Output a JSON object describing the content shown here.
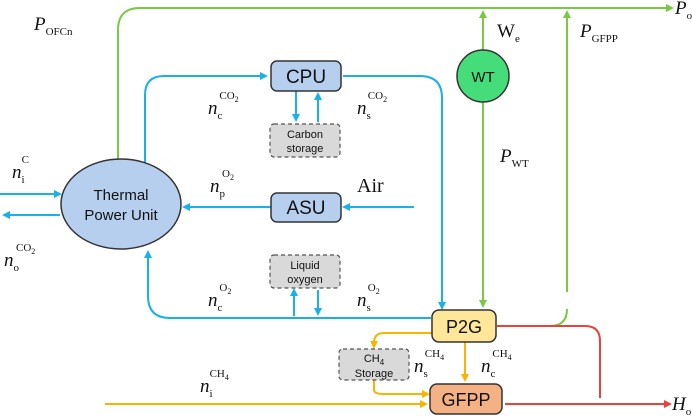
{
  "colors": {
    "co2_line": "#1ab0e8",
    "power_line": "#7ac943",
    "heat_line": "#e8433a",
    "ch4_line": "#f7b500",
    "blue_box": "#b7cfee",
    "thermal_fill": "#b7cfee",
    "storage_fill": "#d9d9d9",
    "p2g_fill": "#ffe699",
    "gfpp_fill": "#f4b183",
    "wt_fill": "#44dd7a"
  },
  "nodes": {
    "cpu": "CPU",
    "asu": "ASU",
    "p2g": "P2G",
    "gfpp": "GFPP",
    "wt": "WT",
    "thermal_line1": "Thermal",
    "thermal_line2": "Power Unit",
    "carbon_line1": "Carbon",
    "carbon_line2": "storage",
    "liquid_line1": "Liquid",
    "liquid_line2": "oxygen",
    "ch4_main": "CH",
    "ch4_sub": "4",
    "ch4_line2": "Storage"
  },
  "labels": {
    "p_ofcn_main": "P",
    "p_ofcn_sub": "OFCn",
    "p_o_main": "P",
    "p_o_sub": "o",
    "w_e_main": "W",
    "w_e_sub": "e",
    "p_gfpp_main": "P",
    "p_gfpp_sub": "GFPP",
    "p_wt_main": "P",
    "p_wt_sub": "WT",
    "h_o_main": "H",
    "h_o_sub": "o",
    "air": "Air",
    "n_i_c_main": "n",
    "n_i_c_sub": "i",
    "n_i_c_sup": "C",
    "n_o_co2_main": "n",
    "n_o_co2_sub": "o",
    "n_o_co2_sup": "CO",
    "n_o_co2_sup2": "2",
    "n_c_co2_main": "n",
    "n_c_co2_sub": "c",
    "n_c_co2_sup": "CO",
    "n_c_co2_sup2": "2",
    "n_s_co2_main": "n",
    "n_s_co2_sub": "s",
    "n_s_co2_sup": "CO",
    "n_s_co2_sup2": "2",
    "n_p_o2_main": "n",
    "n_p_o2_sub": "p",
    "n_p_o2_sup": "O",
    "n_p_o2_sup2": "2",
    "n_c_o2_main": "n",
    "n_c_o2_sub": "c",
    "n_c_o2_sup": "O",
    "n_c_o2_sup2": "2",
    "n_s_o2_main": "n",
    "n_s_o2_sub": "s",
    "n_s_o2_sup": "O",
    "n_s_o2_sup2": "2",
    "n_s_ch4_main": "n",
    "n_s_ch4_sub": "s",
    "n_s_ch4_sup": "CH",
    "n_s_ch4_sup2": "4",
    "n_c_ch4_main": "n",
    "n_c_ch4_sub": "c",
    "n_c_ch4_sup": "CH",
    "n_c_ch4_sup2": "4",
    "n_i_ch4_main": "n",
    "n_i_ch4_sub": "i",
    "n_i_ch4_sup": "CH",
    "n_i_ch4_sup2": "4"
  }
}
